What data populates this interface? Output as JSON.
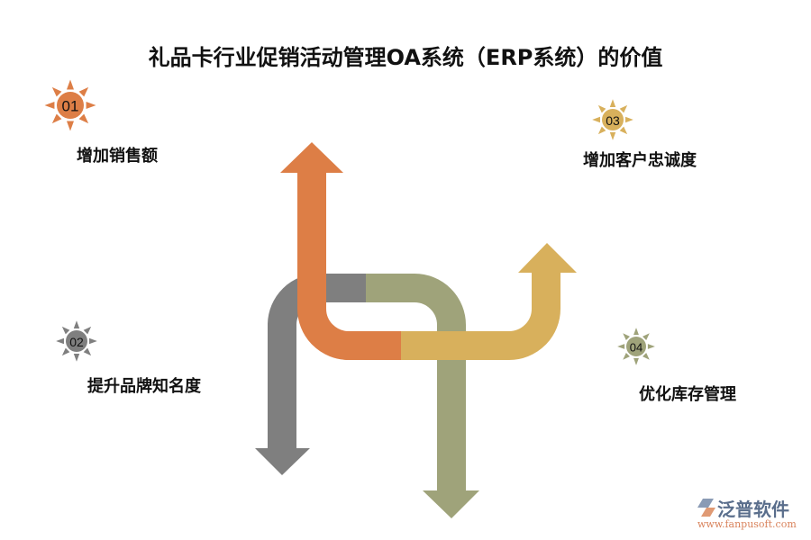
{
  "title": "礼品卡行业促销活动管理OA系统（ERP系统）的价值",
  "items": [
    {
      "number": "01",
      "label": "增加销售额",
      "color": "#DD7E46"
    },
    {
      "number": "02",
      "label": "提升品牌知名度",
      "color": "#7F7F7F"
    },
    {
      "number": "03",
      "label": "增加客户忠诚度",
      "color": "#D8B05C"
    },
    {
      "number": "04",
      "label": "优化库存管理",
      "color": "#9FA37A"
    }
  ],
  "logo": {
    "name": "泛普软件",
    "url": "www.fanpusoft.com"
  }
}
